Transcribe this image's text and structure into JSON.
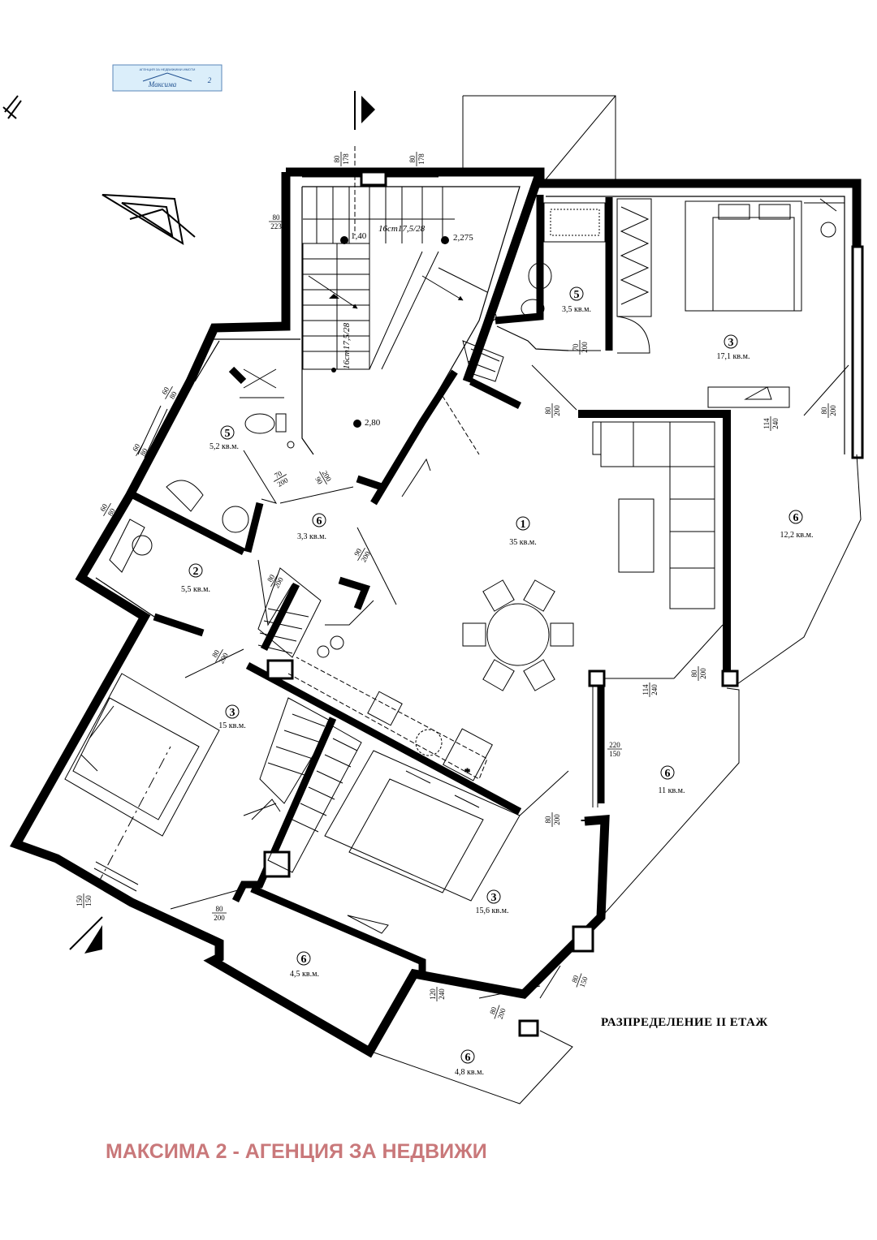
{
  "plan_title": "РАЗПРЕДЕЛЕНИЕ  II ЕТАЖ",
  "watermark": "МАКСИМА 2 - АГЕНЦИЯ ЗА НЕДВИЖИ",
  "logo": {
    "top_text": "АГЕНЦИЯ ЗА НЕДВИЖИМИ ИМОТИ",
    "name": "Максима",
    "number": "2"
  },
  "colors": {
    "wall": "#000000",
    "line": "#000000",
    "watermark": "#c9787a",
    "logo_fill": "#dbeefa",
    "logo_border": "#5a86b8"
  },
  "rooms": [
    {
      "id": "living",
      "number": "1",
      "area": "35 кв.м."
    },
    {
      "id": "hall-west",
      "number": "2",
      "area": "5,5 кв.м."
    },
    {
      "id": "bed-ne",
      "number": "3",
      "area": "17,1 кв.м."
    },
    {
      "id": "bed-w",
      "number": "3",
      "area": "15 кв.м."
    },
    {
      "id": "bed-s",
      "number": "3",
      "area": "15,6 кв.м."
    },
    {
      "id": "bath-w",
      "number": "5",
      "area": "5,2 кв.м."
    },
    {
      "id": "bath-ne",
      "number": "5",
      "area": "3,5 кв.м."
    },
    {
      "id": "corridor",
      "number": "6",
      "area": "3,3 кв.м."
    },
    {
      "id": "terrace-e",
      "number": "6",
      "area": "12,2 кв.м."
    },
    {
      "id": "terrace-se",
      "number": "6",
      "area": "11 кв.м."
    },
    {
      "id": "terrace-s1",
      "number": "6",
      "area": "4,5 кв.м."
    },
    {
      "id": "terrace-s2",
      "number": "6",
      "area": "4,8 кв.м."
    }
  ],
  "levels": [
    "1,40",
    "2,275",
    "2,80"
  ],
  "stairs": [
    "16ст17,5/28",
    "16ст17,5/28"
  ],
  "dims": [
    {
      "top": "80",
      "bottom": "178"
    },
    {
      "top": "80",
      "bottom": "178"
    },
    {
      "top": "80",
      "bottom": "223"
    },
    {
      "top": "60",
      "bottom": "80"
    },
    {
      "top": "60",
      "bottom": "80"
    },
    {
      "top": "60",
      "bottom": "80"
    },
    {
      "top": "70",
      "bottom": "200"
    },
    {
      "top": "200",
      "bottom": "90"
    },
    {
      "top": "90",
      "bottom": "200"
    },
    {
      "top": "80",
      "bottom": "200"
    },
    {
      "top": "80",
      "bottom": "200"
    },
    {
      "top": "70",
      "bottom": "200"
    },
    {
      "top": "80",
      "bottom": "200"
    },
    {
      "top": "114",
      "bottom": "240"
    },
    {
      "top": "80",
      "bottom": "200"
    },
    {
      "top": "114",
      "bottom": "240"
    },
    {
      "top": "80",
      "bottom": "200"
    },
    {
      "top": "220",
      "bottom": "150"
    },
    {
      "top": "80",
      "bottom": "200"
    },
    {
      "top": "80",
      "bottom": "200"
    },
    {
      "top": "150",
      "bottom": "150"
    },
    {
      "top": "120",
      "bottom": "240"
    },
    {
      "top": "80",
      "bottom": "200"
    },
    {
      "top": "80",
      "bottom": "150"
    }
  ]
}
